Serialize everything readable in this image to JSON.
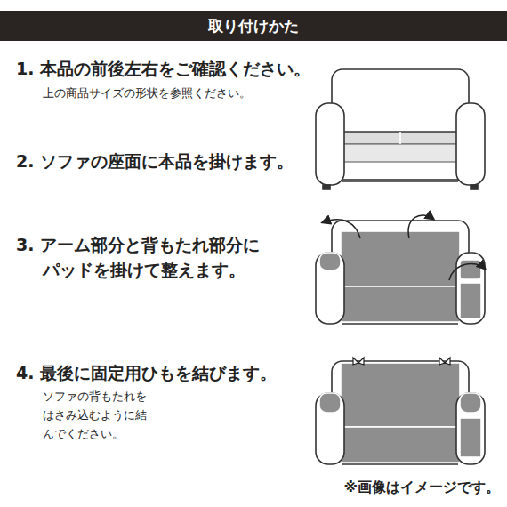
{
  "diagram": {
    "title": "取り付けかた",
    "labels": [
      "1. 本品の前後左右をご確認ください。",
      "上の商品サイズの形状を参照ください。",
      "2. ソファの座面に本品を掛けます。",
      "3. アーム部分と背もたれ部分にパッドを掛けて整えます。",
      "4. 最後に固定用ひもを結びます。",
      "ソファの背もたれをはさみ込むように結んでください。"
    ],
    "caption": "※画像はイメージです。"
  }
}
